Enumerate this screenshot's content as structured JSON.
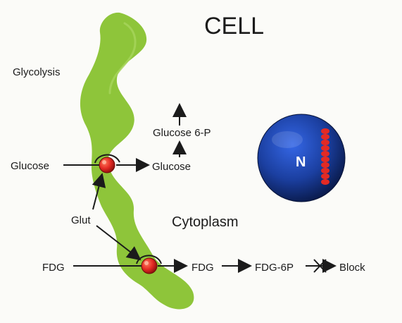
{
  "title": "CELL",
  "labels": {
    "glycolysis": "Glycolysis",
    "glucose_outside": "Glucose",
    "glucose_inside": "Glucose",
    "glucose_6p": "Glucose 6-P",
    "glut": "Glut",
    "cytoplasm": "Cytoplasm",
    "fdg_outside": "FDG",
    "fdg_inside": "FDG",
    "fdg_6p": "FDG-6P",
    "block": "Block",
    "nucleus": "N"
  },
  "colors": {
    "membrane": "#8ec53a",
    "transporter": "#e8221b",
    "nucleus": "#1b3fa0",
    "chromosome": "#e32a24",
    "text": "#1b1b1b"
  }
}
